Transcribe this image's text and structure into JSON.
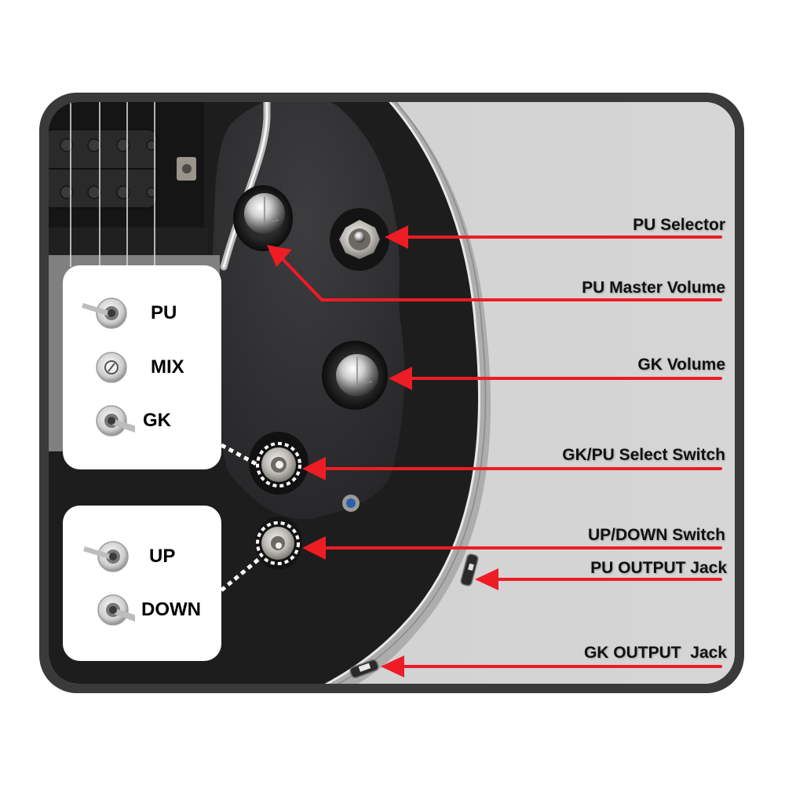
{
  "diagram": {
    "subject": "Guitar control layout",
    "colors": {
      "frame": "#3a3a3a",
      "background": "#d4d4d4",
      "body": "#1e1d1d",
      "pickguard": "#2f2e30",
      "arrow": "#ee1c25",
      "legend_bg": "#ffffff",
      "text": "#111111"
    },
    "callouts": [
      {
        "id": "pu-selector",
        "label": "PU Selector"
      },
      {
        "id": "pu-master-volume",
        "label": "PU Master Volume"
      },
      {
        "id": "gk-volume",
        "label": "GK Volume"
      },
      {
        "id": "gk-pu-select-switch",
        "label": "GK/PU Select Switch"
      },
      {
        "id": "up-down-switch",
        "label": "UP/DOWN Switch"
      },
      {
        "id": "pu-output-jack",
        "label": "PU OUTPUT Jack"
      },
      {
        "id": "gk-output-jack",
        "label": "GK OUTPUT  Jack"
      }
    ],
    "legend_select": {
      "items": [
        {
          "label": "PU",
          "toggle_position": "left"
        },
        {
          "label": "MIX",
          "toggle_position": "center"
        },
        {
          "label": "GK",
          "toggle_position": "right"
        }
      ]
    },
    "legend_updown": {
      "items": [
        {
          "label": "UP",
          "toggle_position": "left"
        },
        {
          "label": "DOWN",
          "toggle_position": "right"
        }
      ]
    }
  }
}
